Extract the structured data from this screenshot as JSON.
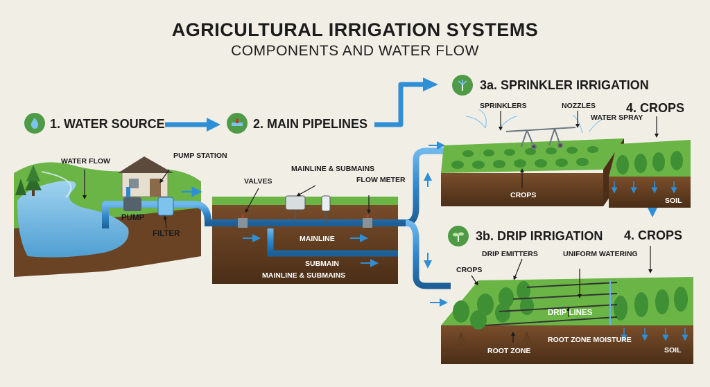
{
  "title": "AGRICULTURAL IRRIGATION SYSTEMS",
  "subtitle": "COMPONENTS AND WATER FLOW",
  "steps": {
    "water_source": "1. WATER SOURCE",
    "main_pipelines": "2. MAIN PIPELINES",
    "sprinkler": "3a. SPRINKLER IRRIGATION",
    "drip": "3b. DRIP IRRIGATION",
    "crops_top": "4. CROPS",
    "crops_bottom": "4. CROPS"
  },
  "labels": {
    "water_flow": "WATER FLOW",
    "pump_station_1": "PUMP",
    "pump_station_2": "STATION",
    "pump": "PUMP",
    "filter": "FILTER",
    "valves": "VALVES",
    "mainline_submains_1": "MAINLINE &",
    "mainline_submains_2": "SUBMAINS",
    "flow_meter_1": "FLOW",
    "flow_meter_2": "METER",
    "mainline": "MAINLINE",
    "submain": "SUBMAIN",
    "mainline_submains_bottom": "MAINLINE & SUBMAINS",
    "sprinklers": "SPRINKLERS",
    "nozzles": "NOZZLES",
    "water_spray_1": "WATER",
    "water_spray_2": "SPRAY",
    "crops_sprinkler": "CROPS",
    "soil_top": "SOIL",
    "drip_emitters": "DRIP EMITTERS",
    "uniform_watering_1": "UNIFORM",
    "uniform_watering_2": "WATERING",
    "crops_drip": "CROPS",
    "drip_lines": "DRIP LINES",
    "root_zone": "ROOT ZONE",
    "root_zone_moisture_1": "ROOT ZONE",
    "root_zone_moisture_2": "MOISTURE",
    "soil_bottom": "SOIL"
  },
  "colors": {
    "pipe": "#2f86c8",
    "arrow": "#2f8fd6",
    "grass": "#5fae3f",
    "soil": "#6b4426",
    "water": "#6db6e0",
    "icon_bg": "#4f9a46"
  },
  "icons": {
    "water_source": "water-drop-icon",
    "main_pipelines": "valve-icon",
    "sprinkler": "sprinkler-icon",
    "drip": "sprout-icon"
  }
}
